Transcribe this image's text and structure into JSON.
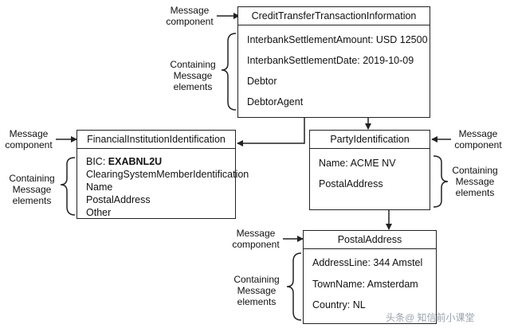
{
  "credit_transfer": {
    "header": "CreditTransferTransactionInformation",
    "fields": [
      "InterbankSettlementAmount: USD 12500",
      "InterbankSettlementDate: 2019-10-09",
      "Debtor",
      "DebtorAgent"
    ]
  },
  "financial_institution": {
    "header": "FinancialInstitutionIdentification",
    "bic_label": "BIC: ",
    "bic_value": "EXABNL2U",
    "fields": [
      "ClearingSystemMemberIdentification",
      "Name",
      "PostalAddress",
      "Other"
    ]
  },
  "party_identification": {
    "header": "PartyIdentification",
    "fields": [
      "Name: ACME NV",
      "PostalAddress"
    ]
  },
  "postal_address": {
    "header": "PostalAddress",
    "fields": [
      "AddressLine: 344 Amstel",
      "TownName: Amsterdam",
      "Country: NL"
    ]
  },
  "labels": {
    "message_component_1": "Message",
    "message_component_2": "component",
    "containing_1": "Containing",
    "containing_2": "Message",
    "containing_3": "elements"
  },
  "watermark": "头条@ 知信前小课堂"
}
